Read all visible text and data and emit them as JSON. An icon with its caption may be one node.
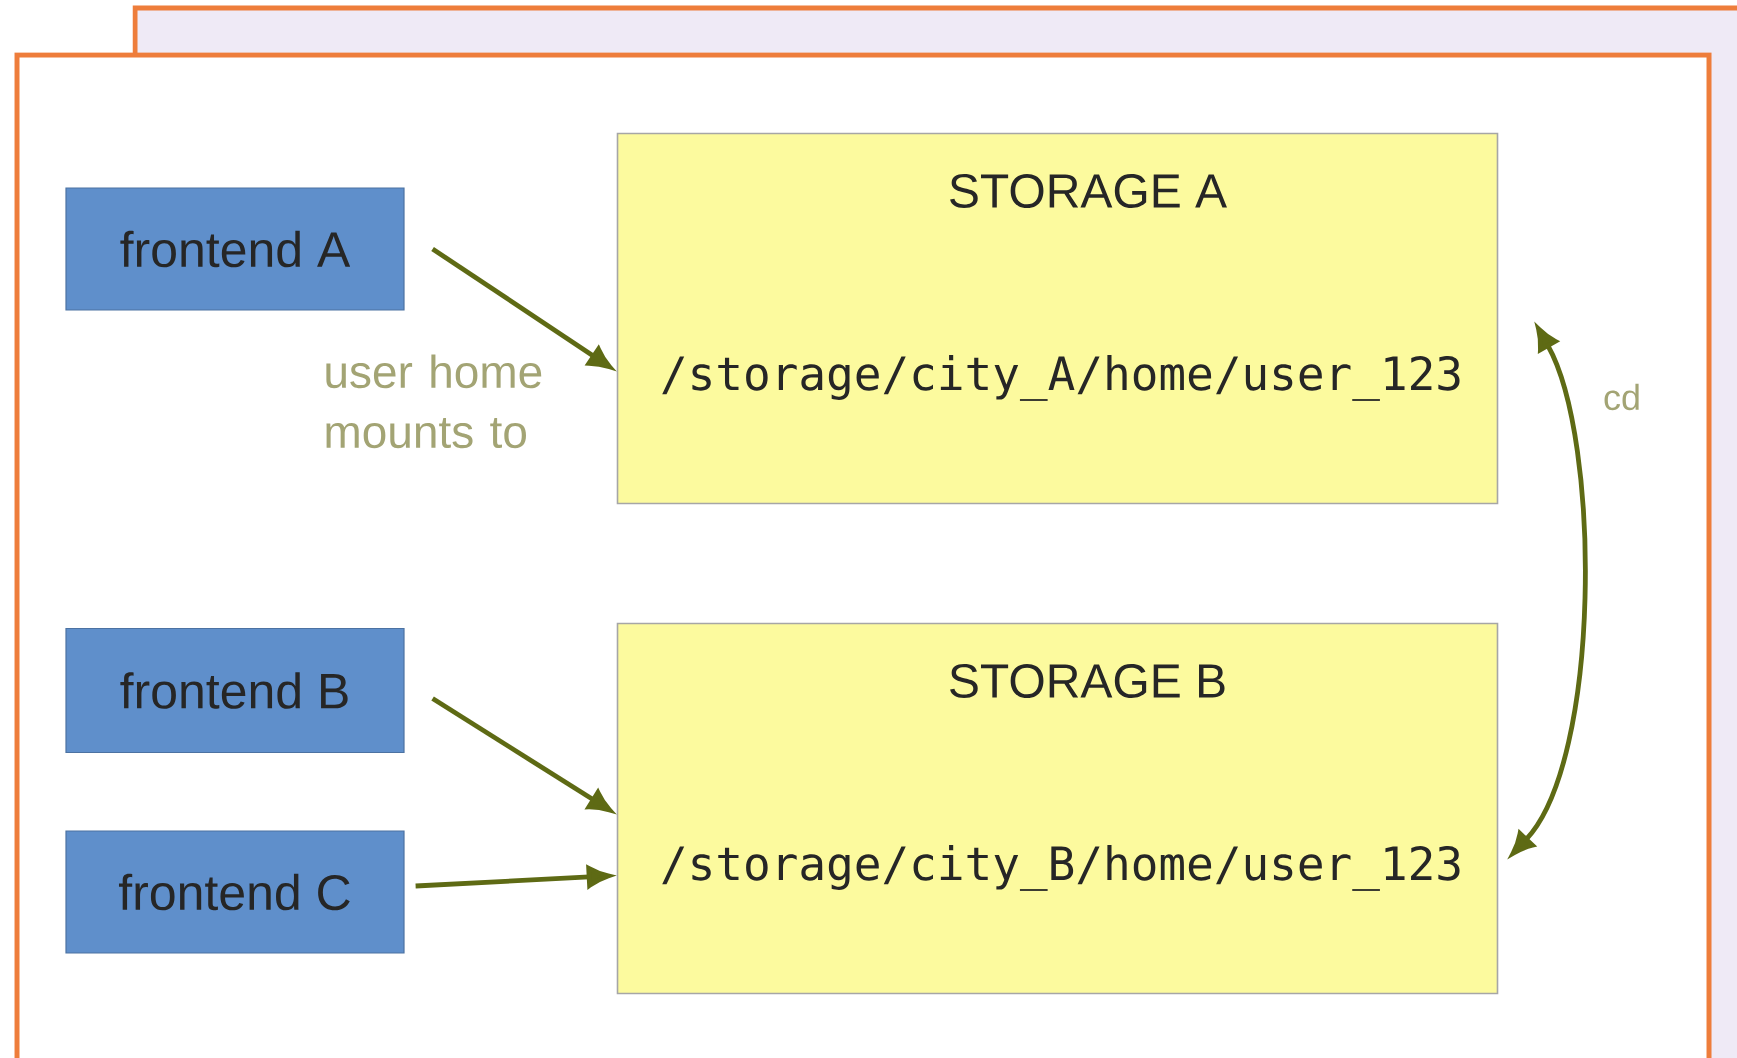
{
  "diagram": {
    "nodes": [
      {
        "text": [
          "frontend A"
        ]
      },
      {
        "text": [
          "STORAGE A",
          "/storage/city_A/home/user_123"
        ]
      },
      {
        "text": [
          "frontend B"
        ]
      },
      {
        "text": [
          "frontend C"
        ]
      },
      {
        "text": [
          "STORAGE B",
          "/storage/city_B/home/user_123"
        ]
      }
    ],
    "edges": [
      {
        "from": 0,
        "to": 1,
        "arrow": "to",
        "label": "user home mounts to"
      },
      {
        "from": 2,
        "to": 4,
        "arrow": "to"
      },
      {
        "from": 3,
        "to": 4,
        "arrow": "to"
      },
      {
        "from": 4,
        "to": 1,
        "arrow": "both",
        "label": "cd"
      }
    ]
  }
}
